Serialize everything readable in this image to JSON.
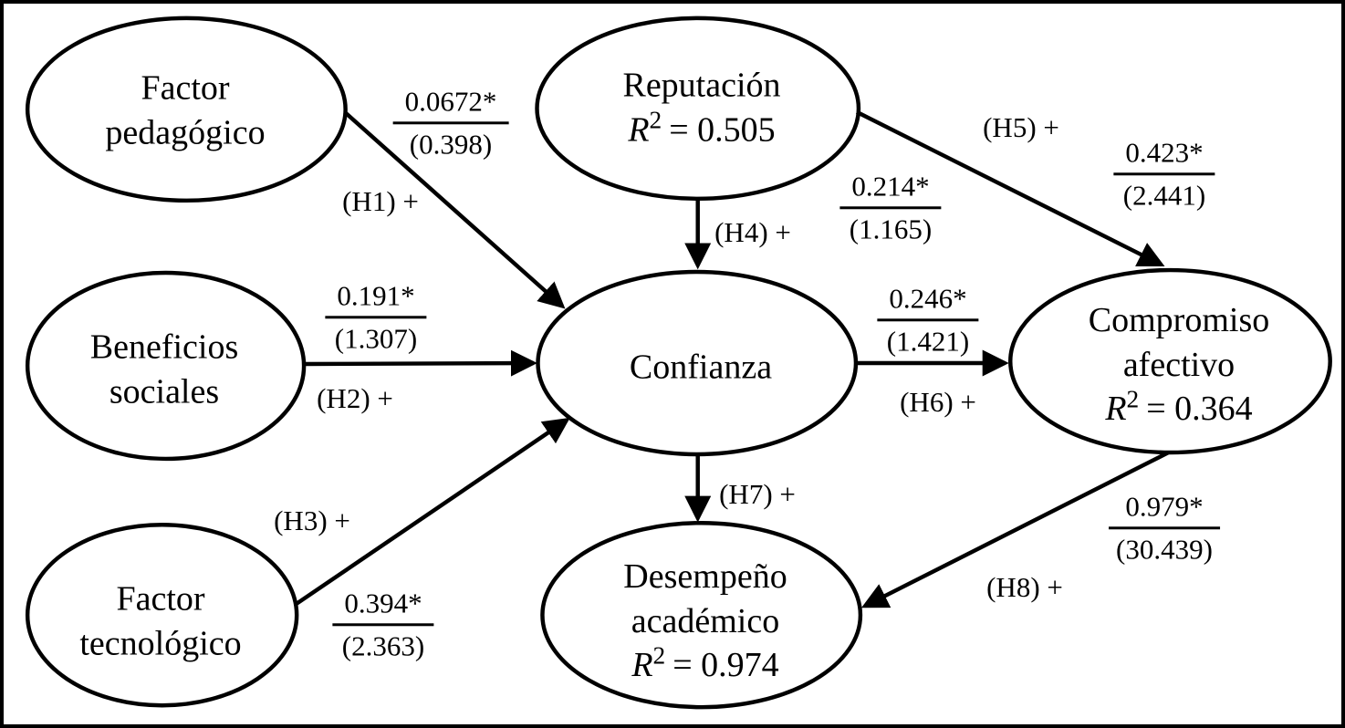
{
  "colors": {
    "stroke": "#000000",
    "background": "#ffffff"
  },
  "nodes": [
    {
      "id": "factor-pedagogico",
      "lines": [
        "Factor",
        "pedagógico"
      ]
    },
    {
      "id": "reputacion",
      "lines": [
        "Reputación"
      ],
      "r2": {
        "var": "R",
        "sup": "2",
        "eq": "= 0.505"
      }
    },
    {
      "id": "beneficios-sociales",
      "lines": [
        "Beneficios",
        "sociales"
      ]
    },
    {
      "id": "confianza",
      "lines": [
        "Confianza"
      ]
    },
    {
      "id": "compromiso-afectivo",
      "lines": [
        "Compromiso",
        "afectivo"
      ],
      "r2": {
        "var": "R",
        "sup": "2",
        "eq": "= 0.364"
      }
    },
    {
      "id": "factor-tecnologico",
      "lines": [
        "Factor",
        "tecnológico"
      ]
    },
    {
      "id": "desempeno-academico",
      "lines": [
        "Desempeño",
        "académico"
      ],
      "r2": {
        "var": "R",
        "sup": "2",
        "eq": "= 0.974"
      }
    }
  ],
  "edges": [
    {
      "id": "H1",
      "from": "factor-pedagogico",
      "to": "confianza",
      "hypothesis": "(H1) +",
      "coefficient": "0.0672*",
      "t_value": "(0.398)"
    },
    {
      "id": "H2",
      "from": "beneficios-sociales",
      "to": "confianza",
      "hypothesis": "(H2) +",
      "coefficient": "0.191*",
      "t_value": "(1.307)"
    },
    {
      "id": "H3",
      "from": "factor-tecnologico",
      "to": "confianza",
      "hypothesis": "(H3) +",
      "coefficient": "0.394*",
      "t_value": "(2.363)"
    },
    {
      "id": "H4",
      "from": "reputacion",
      "to": "confianza",
      "hypothesis": "(H4) +",
      "coefficient": "0.214*",
      "t_value": "(1.165)"
    },
    {
      "id": "H5",
      "from": "reputacion",
      "to": "compromiso-afectivo",
      "hypothesis": "(H5) +",
      "coefficient": "0.423*",
      "t_value": "(2.441)"
    },
    {
      "id": "H6",
      "from": "confianza",
      "to": "compromiso-afectivo",
      "hypothesis": "(H6) +",
      "coefficient": "0.246*",
      "t_value": "(1.421)"
    },
    {
      "id": "H7",
      "from": "confianza",
      "to": "desempeno-academico",
      "hypothesis": "(H7) +"
    },
    {
      "id": "H8",
      "from": "compromiso-afectivo",
      "to": "desempeno-academico",
      "hypothesis": "(H8) +",
      "coefficient": "0.979*",
      "t_value": "(30.439)"
    }
  ]
}
